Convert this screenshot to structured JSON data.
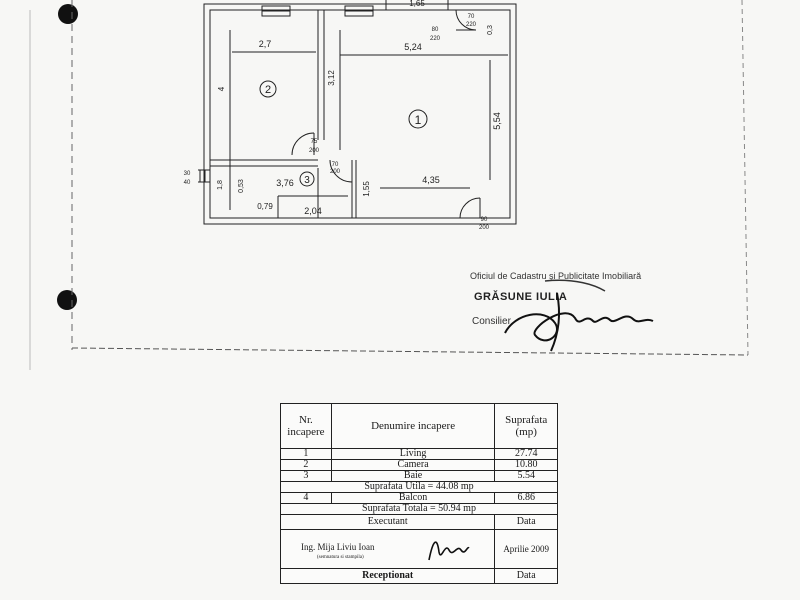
{
  "plan": {
    "dim_top_width": "2,7",
    "dim_top_living": "5,24",
    "dim_top_partial": "1,65",
    "dim_left_height": "4",
    "dim_mid_vertical": "3,12",
    "dim_right_vertical": "5,54",
    "dim_bottom_room": "4,35",
    "dim_bottom_vertical": "1,55",
    "dim_bath_width": "3,76",
    "dim_bath_small": "0,79",
    "dim_bath_bottom": "2,04",
    "dim_bath_vertical": "0,53",
    "dim_small_left": "1,8",
    "dim_small_right": "0,3",
    "door_top_1_w": "80",
    "door_top_1_h": "220",
    "door_top_2_w": "70",
    "door_top_2_h": "220",
    "door_room2_w": "75",
    "door_room2_h": "200",
    "door_bath_w": "70",
    "door_bath_h": "200",
    "door_entry_w": "90",
    "door_entry_h": "200",
    "door_side_w": "30",
    "door_side_h": "40",
    "room_1": "1",
    "room_2": "2",
    "room_3": "3"
  },
  "stamp": {
    "office": "Oficiul de Cadastru şi Publicitate Imobiliară",
    "name": "GRĂSUNE IULIA",
    "role": "Consilier"
  },
  "table": {
    "header_nr": "Nr. incapere",
    "header_name": "Denumire incapere",
    "header_area": "Suprafata (mp)",
    "rows": [
      {
        "nr": "1",
        "name": "Living",
        "area": "27.74"
      },
      {
        "nr": "2",
        "name": "Camera",
        "area": "10.80"
      },
      {
        "nr": "3",
        "name": "Baie",
        "area": "5.54"
      }
    ],
    "useful_total": "Suprafata Utila = 44.08 mp",
    "balcony": {
      "nr": "4",
      "name": "Balcon",
      "area": "6.86"
    },
    "grand_total": "Suprafata Totala = 50.94 mp",
    "executor_label": "Executant",
    "date_label": "Data",
    "executor_name": "Ing. Mija Liviu Ioan",
    "executor_note": "(semnatura si stampila)",
    "executor_date": "Aprilie 2009",
    "receiver_label": "Receptionat",
    "receiver_date_label": "Data"
  }
}
